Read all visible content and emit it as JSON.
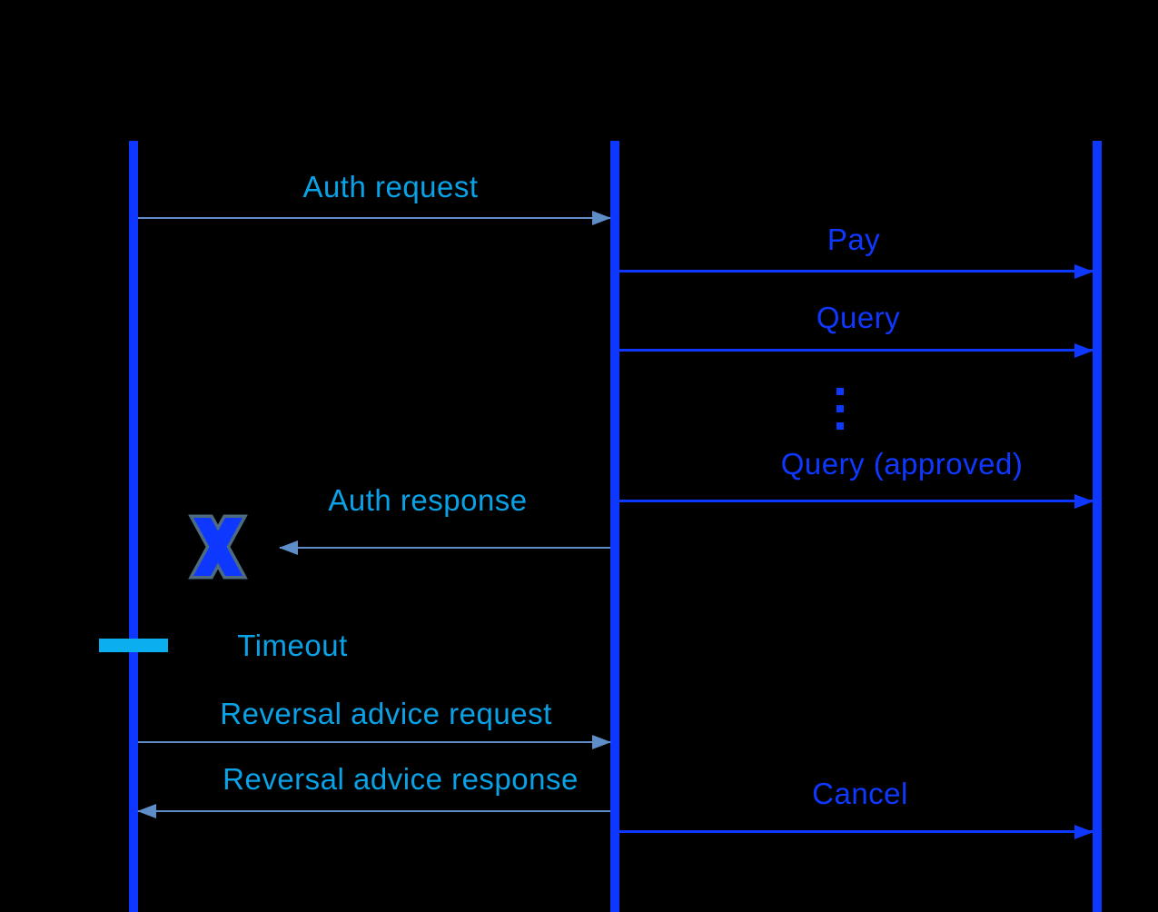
{
  "colors": {
    "background": "#000000",
    "blue": "#0E38FF",
    "cyan": "#0AA2E6",
    "timeout_cyan": "#0BAEEF",
    "steel": "#5F8DC8",
    "x_outline": "#4E6A7F"
  },
  "messages": [
    {
      "label": "Auth request",
      "style": "cyan",
      "direction": "right"
    },
    {
      "label": "Pay",
      "style": "blue",
      "direction": "right"
    },
    {
      "label": "Query",
      "style": "blue",
      "direction": "right"
    },
    {
      "label": "Query (approved)",
      "style": "blue",
      "direction": "right"
    },
    {
      "label": "Auth response",
      "style": "cyan",
      "direction": "left"
    },
    {
      "label": "Reversal advice request",
      "style": "cyan",
      "direction": "right"
    },
    {
      "label": "Reversal advice response",
      "style": "cyan",
      "direction": "left"
    },
    {
      "label": "Cancel",
      "style": "blue",
      "direction": "right"
    }
  ],
  "markers": {
    "timeout_label": "Timeout",
    "lost_message": "x-icon",
    "continuation": "vertical-ellipsis-icon"
  }
}
